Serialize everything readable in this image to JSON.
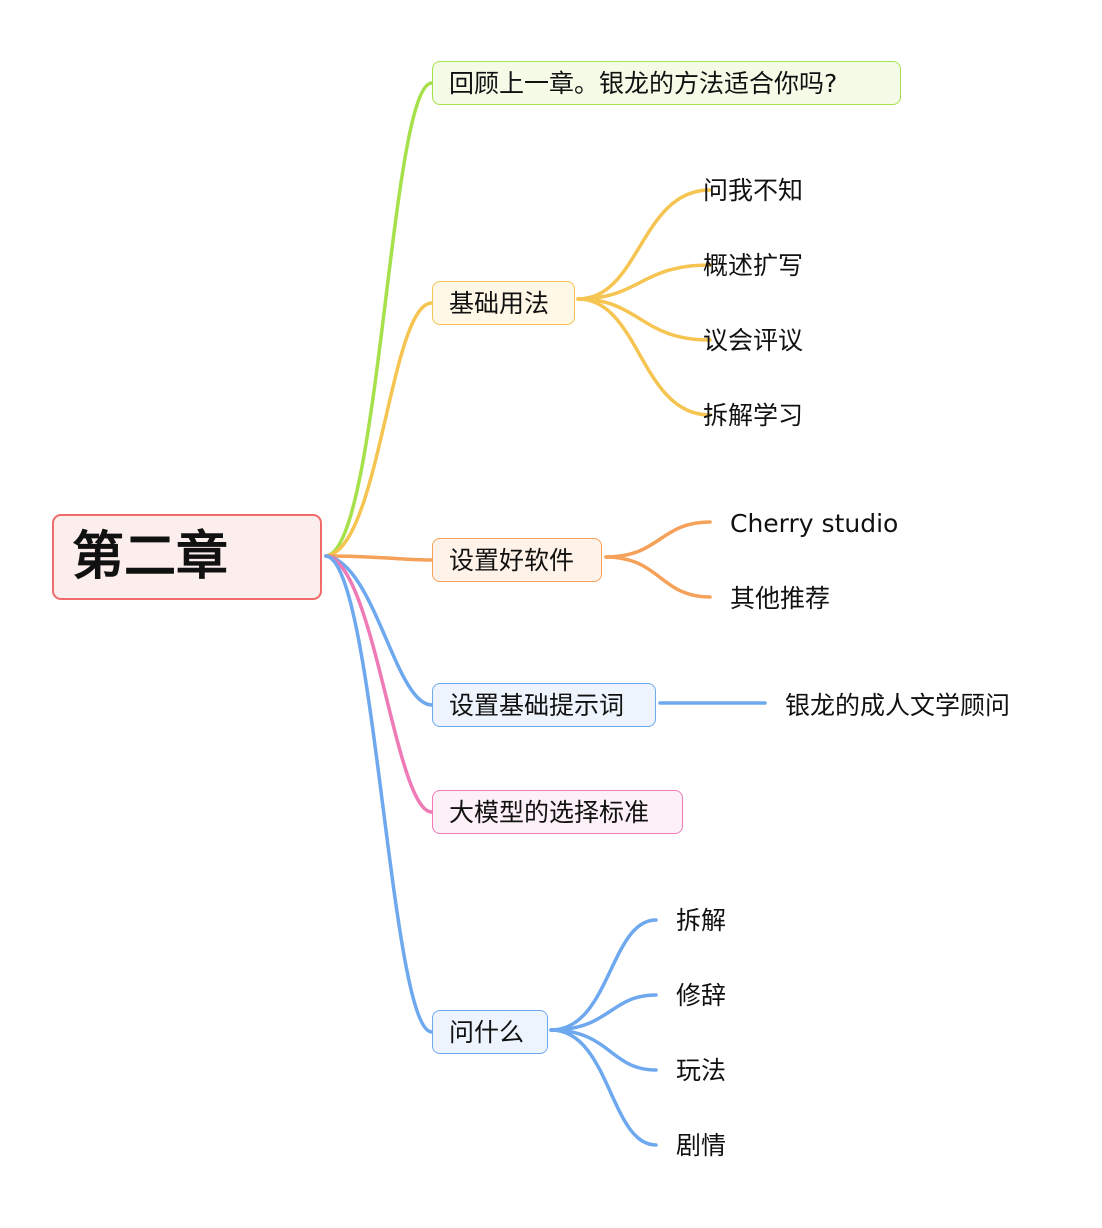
{
  "mindmap": {
    "root": {
      "label": "第二章",
      "color": "#f06b6b"
    },
    "branches": [
      {
        "label": "回顾上一章。银龙的方法适合你吗?",
        "color": "#a6e04a",
        "children": []
      },
      {
        "label": "基础用法",
        "color": "#f5c451",
        "children": [
          "问我不知",
          "概述扩写",
          "议会评议",
          "拆解学习"
        ]
      },
      {
        "label": "设置好软件",
        "color": "#f5a15a",
        "children": [
          "Cherry studio",
          "其他推荐"
        ]
      },
      {
        "label": "设置基础提示词",
        "color": "#6ea8ee",
        "children": [
          "银龙的成人文学顾问"
        ]
      },
      {
        "label": "大模型的选择标准",
        "color": "#ef7ab6",
        "children": []
      },
      {
        "label": "问什么",
        "color": "#6ea8ee",
        "children": [
          "拆解",
          "修辞",
          "玩法",
          "剧情"
        ]
      }
    ]
  }
}
